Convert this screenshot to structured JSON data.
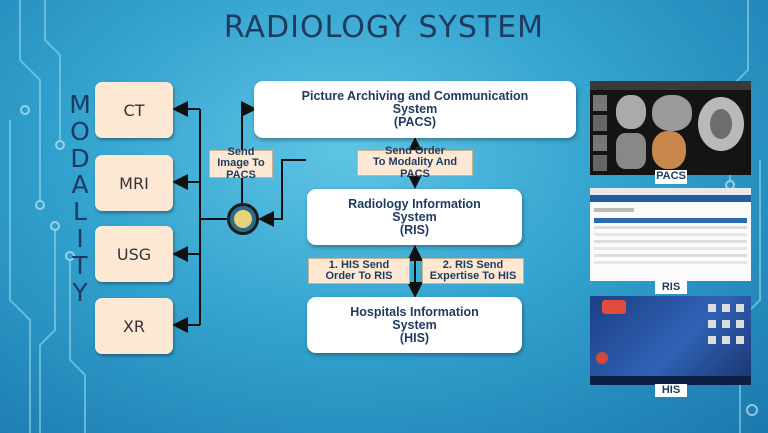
{
  "title": "RADIOLOGY SYSTEM",
  "side_label": [
    "M",
    "O",
    "D",
    "A",
    "L",
    "I",
    "T",
    "Y"
  ],
  "modalities": [
    "CT",
    "MRI",
    "USG",
    "XR"
  ],
  "systems": {
    "pacs": [
      "Picture Archiving and Communication",
      "System",
      "(PACS)"
    ],
    "ris": [
      "Radiology Information",
      "System",
      "(RIS)"
    ],
    "his": [
      "Hospitals Information",
      "System",
      "(HIS)"
    ]
  },
  "tags": {
    "send_image": [
      "Send",
      "Image To",
      "PACS"
    ],
    "send_order": [
      "Send Order",
      "To Modality And",
      "PACS"
    ],
    "his_send": [
      "1. HIS Send",
      "Order To RIS"
    ],
    "ris_send": [
      "2. RIS Send",
      "Expertise To HIS"
    ]
  },
  "screenshot_labels": {
    "pacs": "PACS",
    "ris": "RIS",
    "his": "HIS"
  },
  "colors": {
    "background": "#33a3cf",
    "title": "#1f3a5f",
    "modality_box": "#fde9d3",
    "arrow": "#111111"
  }
}
